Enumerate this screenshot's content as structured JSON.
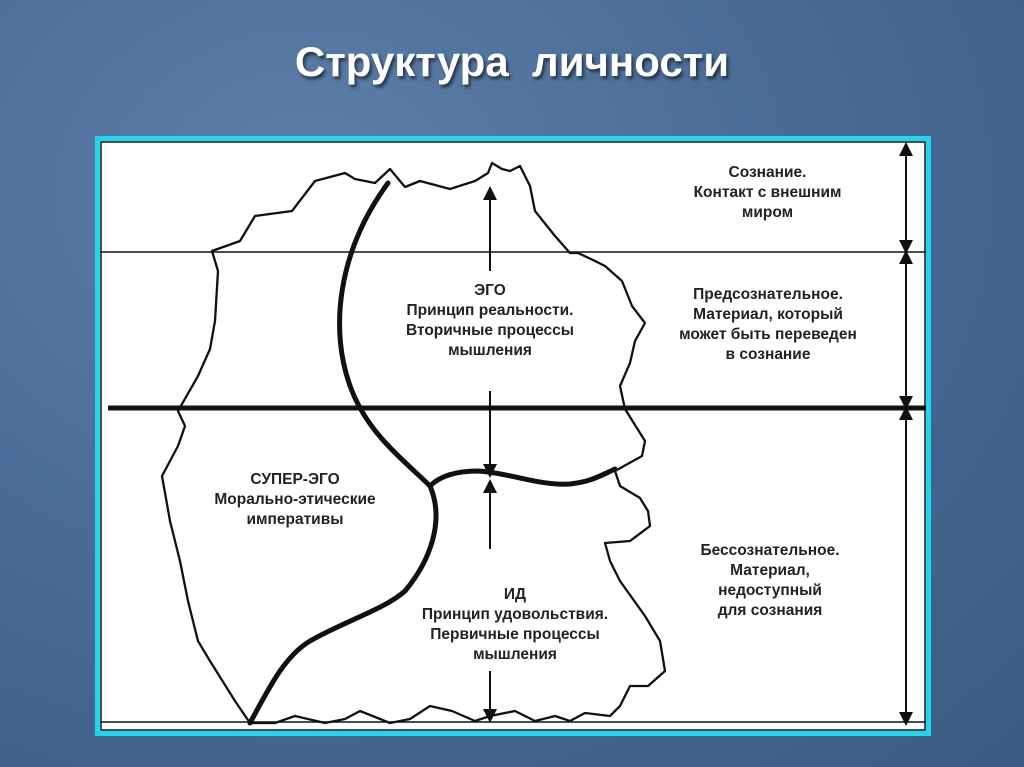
{
  "slide": {
    "title": "Структура  личности"
  },
  "diagram": {
    "ego": {
      "title": "ЭГО",
      "lines": [
        "Принцип реальности.",
        "Вторичные процессы",
        "мышления"
      ]
    },
    "superego": {
      "title": "СУПЕР-ЭГО",
      "lines": [
        "Морально-этические",
        "императивы"
      ]
    },
    "id": {
      "title": "ИД",
      "lines": [
        "Принцип удовольствия.",
        "Первичные процессы",
        "мышления"
      ]
    },
    "levels": [
      {
        "lines": [
          "Сознание.",
          "Контакт с внешним",
          "миром"
        ]
      },
      {
        "lines": [
          "Предсознательное.",
          "Материал, который",
          "может быть переведен",
          "в сознание"
        ]
      },
      {
        "lines": [
          "Бессознательное.",
          "Материал,",
          "недоступный",
          "для сознания"
        ]
      }
    ]
  },
  "colors": {
    "frame": "#22d4ec",
    "ink": "#111111"
  }
}
